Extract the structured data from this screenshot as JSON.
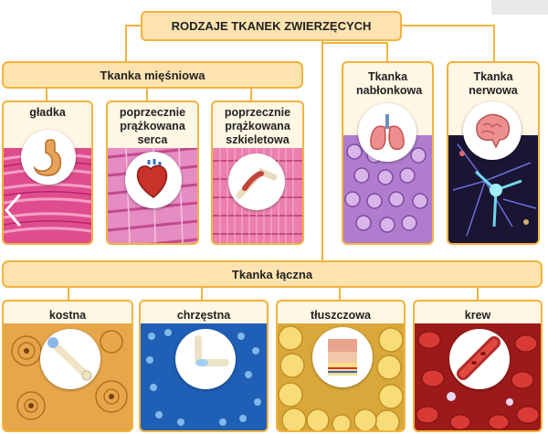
{
  "title": "RODZAJE TKANEK ZWIERZĘCYCH",
  "muscle": {
    "header": "Tkanka mięśniowa",
    "items": [
      {
        "label": "gładka",
        "icon": "stomach-icon"
      },
      {
        "label": "poprzecznie prążkowana serca",
        "icon": "heart-icon"
      },
      {
        "label": "poprzecznie prążkowana szkieletowa",
        "icon": "arm-muscle-icon"
      }
    ]
  },
  "epithelial": {
    "label": "Tkanka nabłonkowa",
    "icon": "lungs-icon"
  },
  "nervous": {
    "label": "Tkanka nerwowa",
    "icon": "brain-icon"
  },
  "connective": {
    "header": "Tkanka łączna",
    "items": [
      {
        "label": "kostna",
        "icon": "bone-icon"
      },
      {
        "label": "chrzęstna",
        "icon": "knee-joint-icon"
      },
      {
        "label": "tłuszczowa",
        "icon": "skin-section-icon"
      },
      {
        "label": "krew",
        "icon": "blood-vessel-icon"
      }
    ]
  },
  "colors": {
    "accent": "#f2b33d",
    "box_fill": "#fde3b0"
  }
}
